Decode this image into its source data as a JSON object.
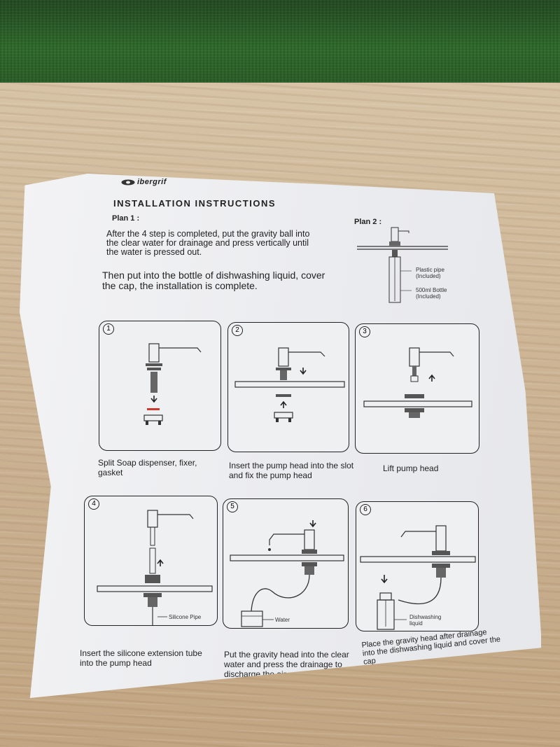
{
  "sheet": {
    "brand": "ibergrif",
    "title": "INSTALLATION INSTRUCTIONS",
    "plan1": {
      "label": "Plan 1 :",
      "text": "After the 4 step is completed, put the gravity ball into the clear water for drainage and press vertically until the water is pressed out.",
      "text2": "Then put into the bottle of dishwashing liquid, cover the cap, the installation is complete."
    },
    "plan2": {
      "label": "Plan 2 :",
      "pipe_label": "Plastic pipe (Included)",
      "bottle_label": "500ml Bottle (Included)"
    },
    "steps": [
      {
        "number": "1",
        "caption": "Split Soap dispenser, fixer, gasket"
      },
      {
        "number": "2",
        "caption": "Insert the pump head into the slot and fix the pump head"
      },
      {
        "number": "3",
        "caption": "Lift pump head"
      },
      {
        "number": "4",
        "caption": "Insert the silicone extension tube into the pump head",
        "label": "Silicone Pipe"
      },
      {
        "number": "5",
        "caption": "Put the gravity head into the clear water and press the drainage to discharge the air",
        "label": "Water"
      },
      {
        "number": "6",
        "caption": "Place the gravity head after drainage into the dishwashing liquid and cover the cap",
        "label": "Dishwashing liquid"
      }
    ]
  }
}
